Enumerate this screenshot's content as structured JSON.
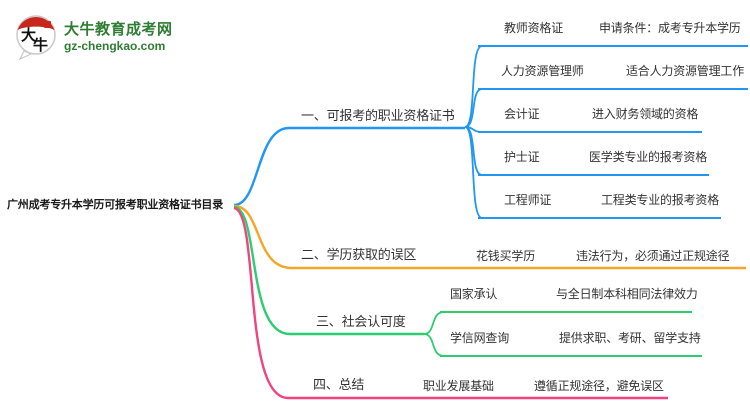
{
  "logo": {
    "title": "大牛教育成考网",
    "subtitle": "gz-chengkao.com",
    "icon_char_top": "大",
    "icon_char_bottom": "牛"
  },
  "root": {
    "label": "广州成考专升本学历可报考职业资格证书目录"
  },
  "branches": [
    {
      "label": "一、可报考的职业资格证书",
      "color": "#2196F3",
      "children": [
        {
          "name": "教师资格证",
          "desc": "申请条件：成考专升本学历"
        },
        {
          "name": "人力资源管理师",
          "desc": "适合人力资源管理工作"
        },
        {
          "name": "会计证",
          "desc": "进入财务领域的资格"
        },
        {
          "name": "护士证",
          "desc": "医学类专业的报考资格"
        },
        {
          "name": "工程师证",
          "desc": "工程类专业的报考资格"
        }
      ]
    },
    {
      "label": "二、学历获取的误区",
      "color": "#F5A623",
      "children": [
        {
          "name": "花钱买学历",
          "desc": "违法行为，必须通过正规途径"
        }
      ]
    },
    {
      "label": "三、社会认可度",
      "color": "#2ECC71",
      "children": [
        {
          "name": "国家承认",
          "desc": "与全日制本科相同法律效力"
        },
        {
          "name": "学信网查询",
          "desc": "提供求职、考研、留学支持"
        }
      ]
    },
    {
      "label": "四、总结",
      "color": "#F0437F",
      "children": [
        {
          "name": "职业发展基础",
          "desc": "遵循正规途径，避免误区"
        }
      ]
    }
  ],
  "colors": {
    "branch1": "#2196F3",
    "branch2": "#F5A623",
    "branch3": "#2ECC71",
    "branch4": "#F0437F",
    "logo_green": "#2E7D32",
    "logo_red": "#C8251D",
    "text": "#333333"
  }
}
